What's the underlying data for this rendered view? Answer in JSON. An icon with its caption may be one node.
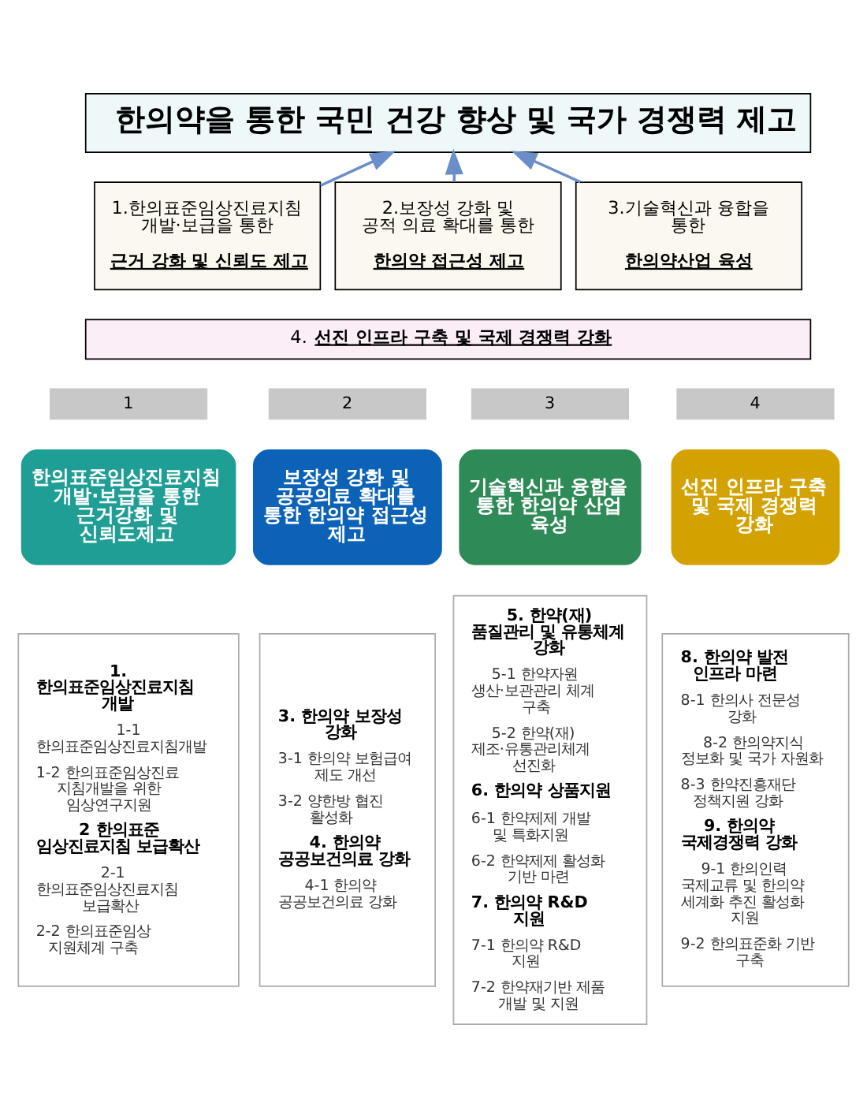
{
  "diagram": {
    "nodes": [
      {
        "text": [
          "한의약을 통한 국민 건강 향상 및 국가 경쟁력 제고"
        ]
      },
      {
        "text": [
          "1.한의표준임상진료지침 개발·보급을 통한",
          "근거 강화 및 신뢰도 제고"
        ]
      },
      {
        "text": [
          "2.보장성 강화 및 공적 의료 확대를 통한",
          "한의약 접근성 제고"
        ]
      },
      {
        "text": [
          "3.기술혁신과 융합을 통한",
          "한의약산업 육성"
        ]
      },
      {
        "text": [
          "4.",
          "선진 인프라 구축 및 국제 경쟁력 강화"
        ]
      },
      {
        "text": [
          "1"
        ]
      },
      {
        "text": [
          "한의표준임상진료지침 개발·보급을 통한 근거강화 및 신뢰도제고"
        ]
      },
      {
        "text": [
          "1. 한의표준임상진료지침 개발",
          "1-1 한의표준임상진료지침개발",
          "1-2 한의표준임상진료지침개발을 위한 임상연구지원",
          "2 한의표준 임상진료지침 보급확산",
          "2-1 한의표준임상진료지침 보급확산",
          "2-2 한의표준임상 지원체계 구축"
        ]
      },
      {
        "text": [
          "2"
        ]
      },
      {
        "text": [
          "보장성 강화 및 공공의료 확대를 통한 한의약 접근성 제고"
        ]
      },
      {
        "text": [
          "3. 한의약 보장성 강화",
          "3-1 한의약 보험급여 제도 개선",
          "3-2 양한방 협진 활성화",
          "4. 한의약 공공보건의료 강화",
          "4-1 한의약 공공보건의료 강화"
        ]
      },
      {
        "text": [
          "3"
        ]
      },
      {
        "text": [
          "기술혁신과 융합을 통한 한의약 산업 육성"
        ]
      },
      {
        "text": [
          "5. 한약(재) 품질관리 및 유통체계 강화",
          "5-1 한약자원 생산·보관관리 체계 구축",
          "5-2 한약(재) 제조·유통관리체계 선진화",
          "6. 한의약 상품지원",
          "6-1 한약제제 개발 및 특화지원",
          "6-2 한약제제 활성화 기반 마련",
          "7. 한의약 R&D 지원",
          "7-1 한의약 R&D 지원",
          "7-2 한약재기반 제품 개발 및 지원"
        ]
      },
      {
        "text": [
          "4"
        ]
      },
      {
        "text": [
          "선진 인프라 구축 및 국제 경쟁력 강화"
        ]
      },
      {
        "text": [
          "8. 한의약 발전 인프라 마련",
          "8-1 한의사 전문성 강화",
          "8-2 한의약지식 정보화 및 국가 자원화",
          "8-3 한약진흥재단 정책지원 강화",
          "9. 한의약 국제경쟁력 강화",
          "9-1 한의인력 국제교류 및 한의약 세계화 추진 활성화 지원",
          "9-2 한의표준화 기반 구축"
        ]
      }
    ],
    "edges": [
      {
        "from": 1,
        "to": 0,
        "arrow": "to"
      },
      {
        "from": 2,
        "to": 0,
        "arrow": "to"
      },
      {
        "from": 3,
        "to": 0,
        "arrow": "to"
      }
    ]
  }
}
